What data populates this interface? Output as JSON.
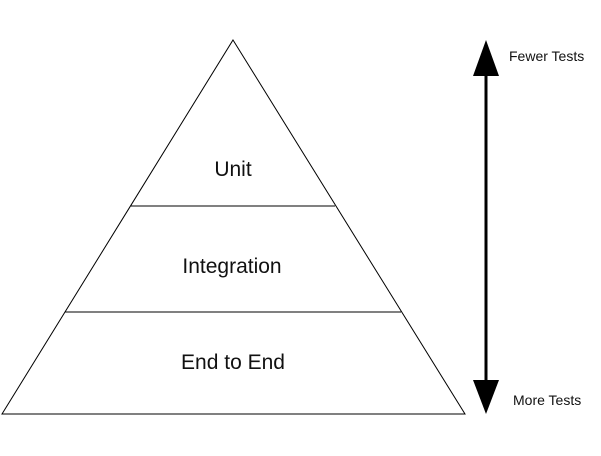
{
  "pyramid": {
    "tiers": [
      {
        "label": "Unit"
      },
      {
        "label": "Integration"
      },
      {
        "label": "End to End"
      }
    ]
  },
  "arrow": {
    "top_label": "Fewer Tests",
    "bottom_label": "More Tests"
  },
  "colors": {
    "stroke": "#000000",
    "text": "#111111",
    "background": "#ffffff"
  }
}
